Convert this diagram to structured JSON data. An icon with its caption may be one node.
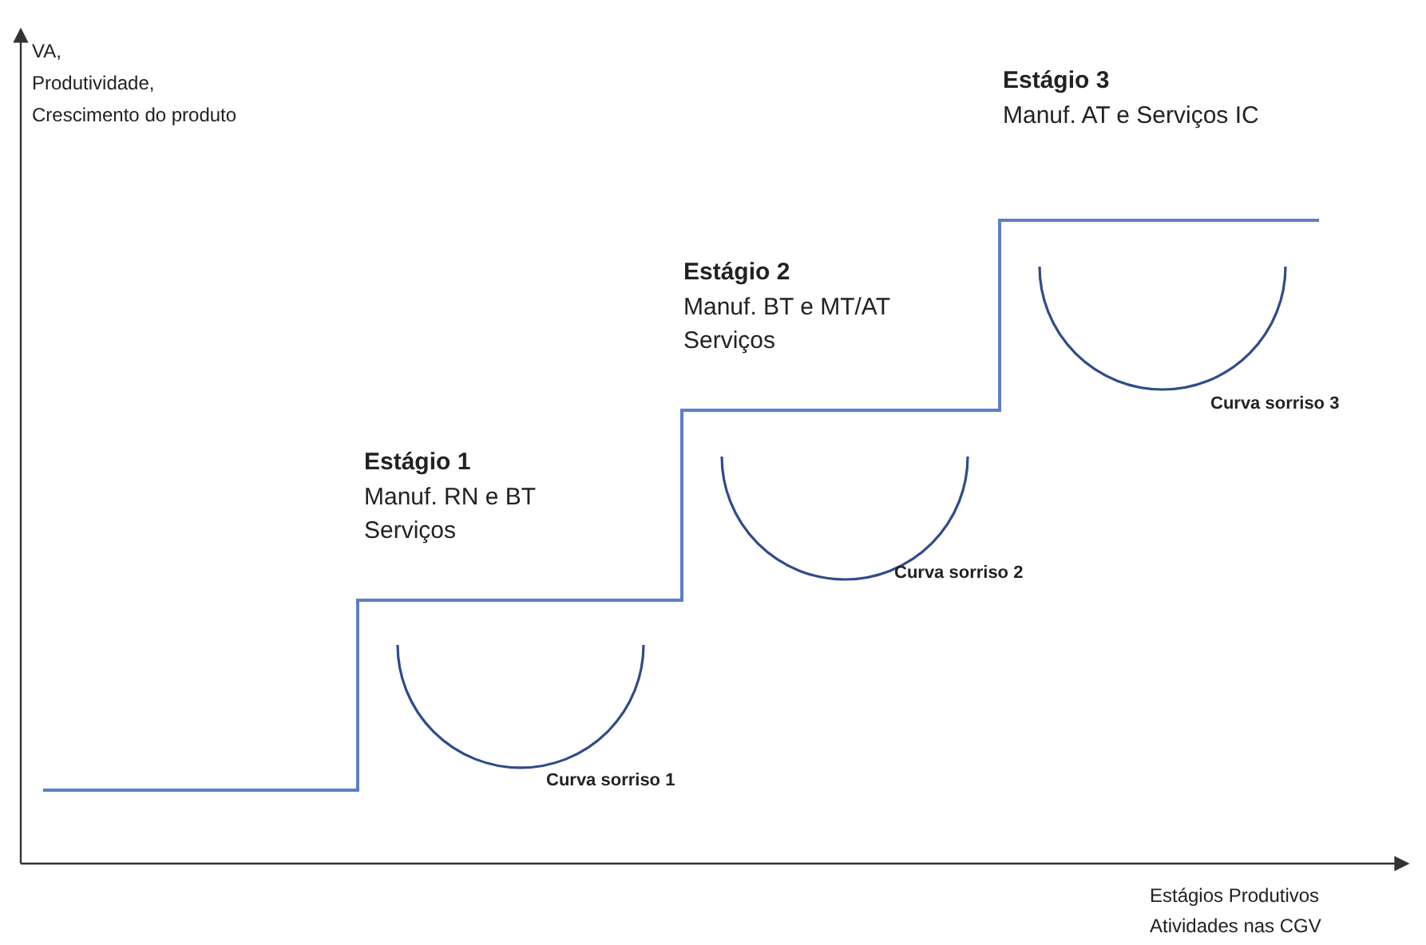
{
  "diagram": {
    "labels": [
      "VA,",
      "Produtividade,",
      "Crescimento do produto",
      "Estágio 3",
      "Manuf. AT e Serviços IC",
      "Estágio 2",
      "Manuf. BT e MT/AT Serviços",
      "Curva sorriso 3",
      "Estágio 1",
      "Manuf. RN e BT Serviços",
      "Curva sorriso 2",
      "Curva sorriso 1",
      "Estágios Produtivos",
      "Atividades nas CGV"
    ]
  }
}
